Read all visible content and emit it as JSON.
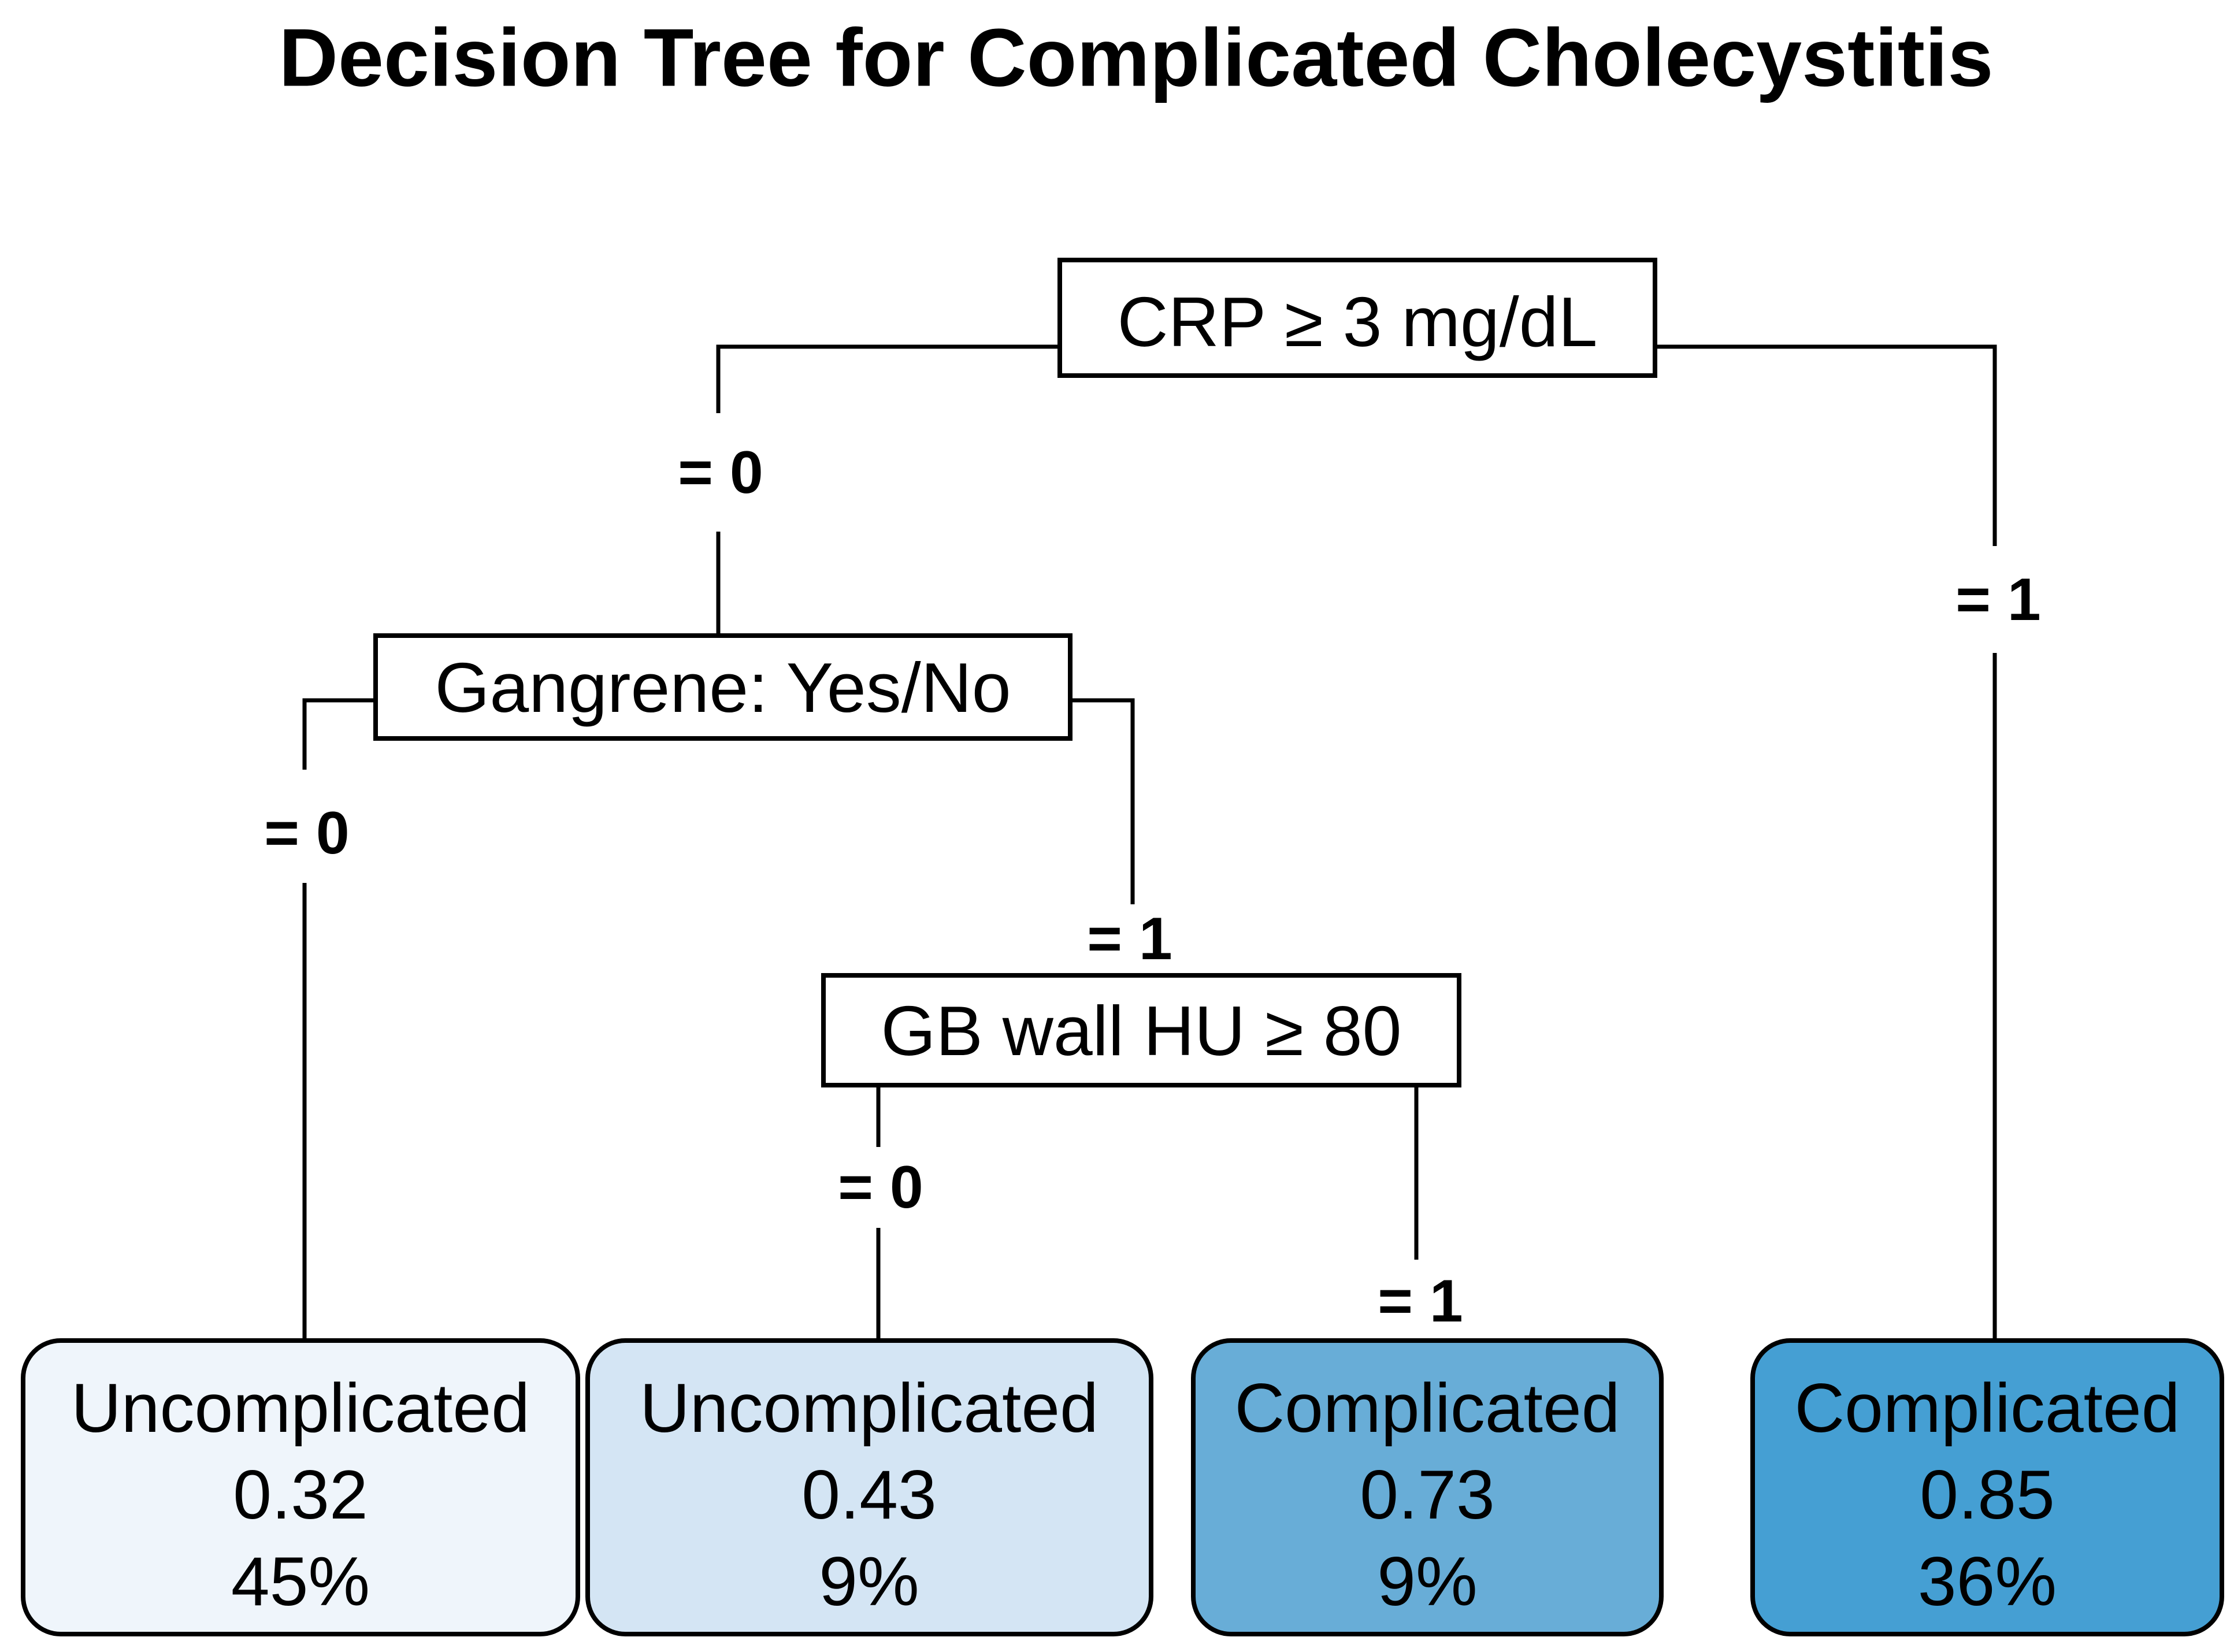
{
  "figure": {
    "title": "Decision Tree for Complicated Cholecystitis"
  },
  "colors": {
    "background": "#ffffff",
    "line": "#000000",
    "node_fill": "#ffffff",
    "node_border": "#000000",
    "text": "#000000"
  },
  "nodes": [
    {
      "id": "crp",
      "label": "CRP ≥ 3 mg/dL"
    },
    {
      "id": "gangrene",
      "label": "Gangrene: Yes/No"
    },
    {
      "id": "gb_wall",
      "label": "GB wall HU ≥ 80"
    }
  ],
  "edges": [
    {
      "from": "crp",
      "branch": "left",
      "label": "= 0",
      "to": "gangrene"
    },
    {
      "from": "crp",
      "branch": "right",
      "label": "= 1",
      "to": "leaf-4"
    },
    {
      "from": "gangrene",
      "branch": "left",
      "label": "= 0",
      "to": "leaf-1"
    },
    {
      "from": "gangrene",
      "branch": "right",
      "label": "= 1",
      "to": "gb_wall"
    },
    {
      "from": "gb_wall",
      "branch": "left",
      "label": "= 0",
      "to": "leaf-2"
    },
    {
      "from": "gb_wall",
      "branch": "right",
      "label": "= 1",
      "to": "leaf-3"
    }
  ],
  "leaves": [
    {
      "class": "Uncomplicated",
      "probability": "0.32",
      "share": "45%",
      "fill": "#eff5fb"
    },
    {
      "class": "Uncomplicated",
      "probability": "0.43",
      "share": "9%",
      "fill": "#d4e5f4"
    },
    {
      "class": "Complicated",
      "probability": "0.73",
      "share": "9%",
      "fill": "#68add7"
    },
    {
      "class": "Complicated",
      "probability": "0.85",
      "share": "36%",
      "fill": "#459fd3"
    }
  ]
}
